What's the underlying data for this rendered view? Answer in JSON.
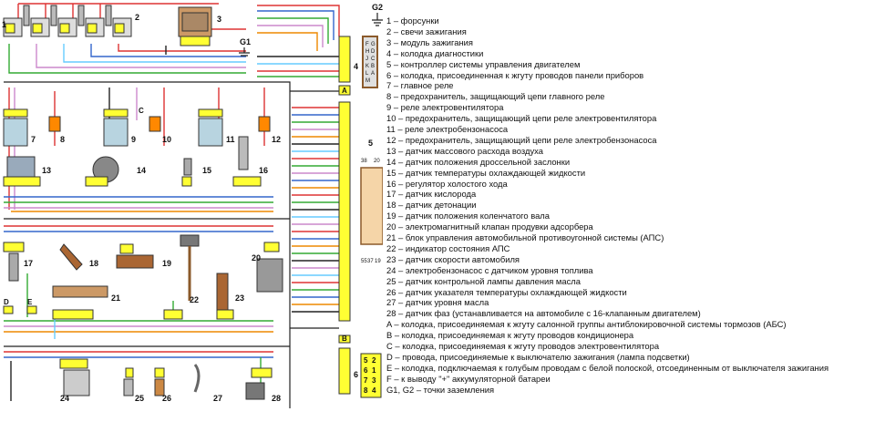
{
  "diagram": {
    "ground_labels": [
      "G1",
      "G2"
    ],
    "component_numbers": [
      "1",
      "2",
      "3",
      "4",
      "5",
      "6",
      "7",
      "8",
      "9",
      "10",
      "11",
      "12",
      "13",
      "14",
      "15",
      "16",
      "17",
      "18",
      "19",
      "20",
      "21",
      "22",
      "23",
      "24",
      "25",
      "26",
      "27",
      "28"
    ],
    "connector_labels": [
      "A",
      "B",
      "C",
      "D",
      "E"
    ],
    "ecu_pin_labels": [
      "38",
      "20",
      "55",
      "37",
      "19"
    ],
    "diag_pins": [
      "F",
      "G",
      "H",
      "D",
      "J",
      "C",
      "K",
      "B",
      "L",
      "A",
      "M"
    ],
    "connector6_pins": [
      "5",
      "2",
      "6",
      "1",
      "7",
      "3",
      "8",
      "4"
    ]
  },
  "legend": [
    "1 – форсунки",
    "2 – свечи зажигания",
    "3 – модуль зажигания",
    "4 – колодка диагностики",
    "5 – контроллер системы управления двигателем",
    "6 – колодка, присоединенная к жгуту проводов панели приборов",
    "7 – главное реле",
    "8 – предохранитель, защищающий цепи главного реле",
    "9 – реле электровентилятора",
    "10 – предохранитель, защищающий цепи реле электровентилятора",
    "11 – реле электробензонасоса",
    "12 – предохранитель, защищающий цепи реле электробензонасоса",
    "13 – датчик массового расхода воздуха",
    "14 – датчик положения дроссельной заслонки",
    "15 – датчик температуры охлаждающей жидкости",
    "16 – регулятор холостого хода",
    "17 – датчик кислорода",
    "18 – датчик детонации",
    "19 – датчик положения коленчатого вала",
    "20 – электромагнитный клапан продувки адсорбера",
    "21 – блок управления автомобильной противоугонной системы (АПС)",
    "22 – индикатор состояния АПС",
    "23 – датчик скорости автомобиля",
    "24 – электробензонасос с датчиком уровня топлива",
    "25 – датчик контрольной лампы давления масла",
    "26 – датчик указателя температуры охлаждающей жидкости",
    "27 – датчик уровня масла",
    "28 – датчик фаз (устанавливается на автомобиле с 16-клапанным двигателем)",
    "A – колодка, присоединяемая к жгуту салонной группы антиблокировочной системы тормозов (АБС)",
    "B – колодка, присоединяемая к жгуту проводов кондиционера",
    "C – колодка, присоединяемая к жгуту проводов электровентилятора",
    "D – провода, присоединяемые к выключателю зажигания (лампа подсветки)",
    "E – колодка, подключаемая к голубым проводам с белой полоской, отсоединенным от выключателя зажигания",
    "F – к выводу \"+\" аккумуляторной батареи",
    "G1, G2 – точки заземления"
  ]
}
